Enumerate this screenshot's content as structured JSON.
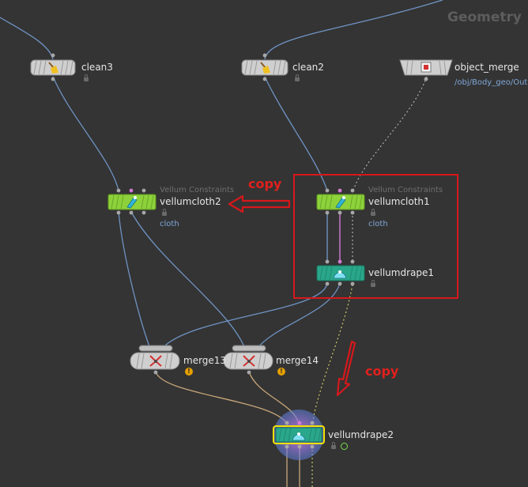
{
  "context_label": "Geometry",
  "nodes": {
    "clean3": {
      "name": "clean3"
    },
    "clean2": {
      "name": "clean2"
    },
    "object_merge": {
      "name": "object_merge",
      "param": "/obj/Body_geo/Out"
    },
    "vellumcloth2": {
      "name": "vellumcloth2",
      "type_label": "Vellum Constraints",
      "param": "cloth"
    },
    "vellumcloth1": {
      "name": "vellumcloth1",
      "type_label": "Vellum Constraints",
      "param": "cloth"
    },
    "vellumdrape1": {
      "name": "vellumdrape1"
    },
    "merge13": {
      "name": "merge13"
    },
    "merge14": {
      "name": "merge14"
    },
    "vellumdrape2": {
      "name": "vellumdrape2"
    }
  },
  "annotations": {
    "copy_top": "copy",
    "copy_bottom": "copy"
  },
  "icons": {
    "clean": "broom-icon",
    "object_merge": "object-merge-icon",
    "vellum_constraints": "vellum-constraints-icon",
    "vellum_drape": "vellum-drape-icon",
    "merge": "merge-icon"
  },
  "colors": {
    "background": "#343434",
    "wire_blue": "#6f93c4",
    "wire_pink": "#d27bd4",
    "wire_tan": "#c8a77a",
    "node_grey": "#cfcfcf",
    "node_green": "#8ed23b",
    "node_teal": "#2aa78a",
    "selection_yellow": "#f2e300",
    "annotation_red": "#d6181b"
  }
}
